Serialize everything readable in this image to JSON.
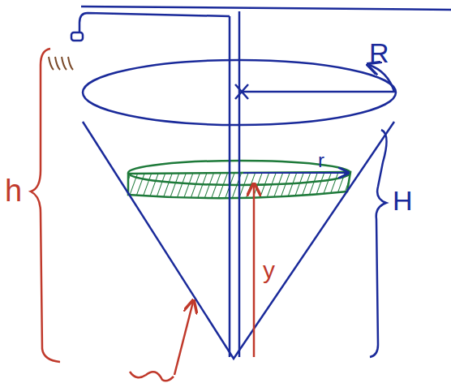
{
  "diagram": {
    "labels": [
      "R",
      "H",
      "r",
      "y",
      "h"
    ]
  }
}
